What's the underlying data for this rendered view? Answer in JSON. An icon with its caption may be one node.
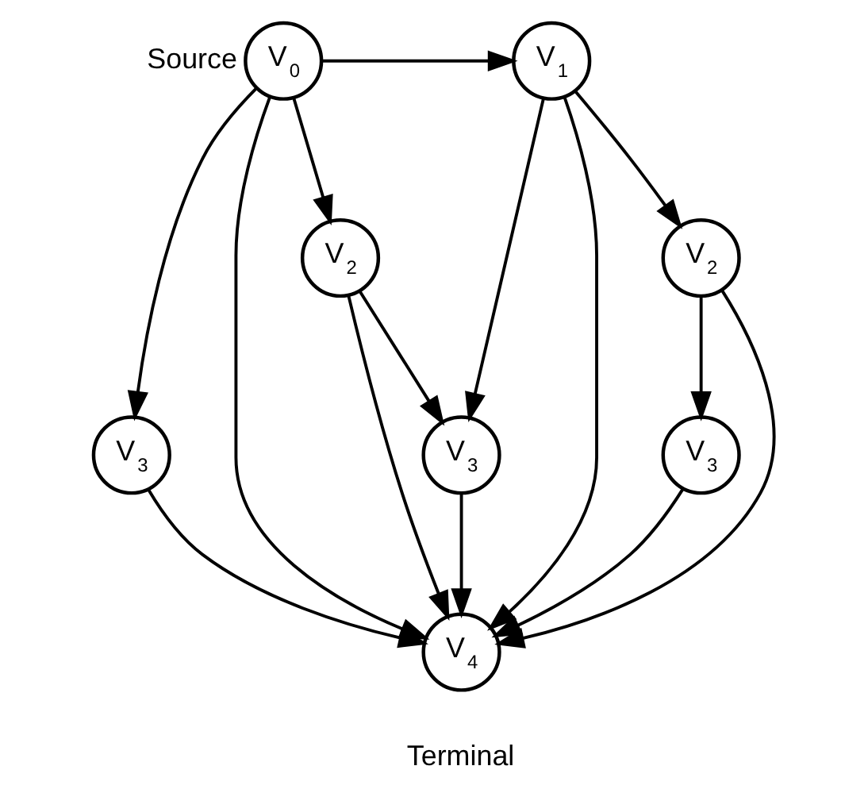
{
  "diagram": {
    "nodes": [
      {
        "text": [
          "V$_{0}$"
        ],
        "beside": [
          "Source"
        ]
      },
      {
        "text": [
          "V$_{1}$"
        ]
      },
      {
        "text": [
          "V$_{2}$"
        ]
      },
      {
        "text": [
          "V$_{3}$"
        ]
      },
      {
        "text": [
          "V$_{2}$"
        ]
      },
      {
        "text": [
          "V$_{3}$"
        ]
      },
      {
        "text": [
          "V$_{3}$"
        ]
      },
      {
        "text": [
          "V$_{4}$"
        ],
        "beside": [
          "Terminal"
        ]
      }
    ],
    "edges": [
      {
        "from": 0,
        "to": 1,
        "arrow": "to"
      },
      {
        "from": 0,
        "to": 2,
        "arrow": "to"
      },
      {
        "from": 0,
        "to": 3,
        "arrow": "to"
      },
      {
        "from": 0,
        "to": 7,
        "arrow": "to"
      },
      {
        "from": 1,
        "to": 4,
        "arrow": "to"
      },
      {
        "from": 1,
        "to": 5,
        "arrow": "to"
      },
      {
        "from": 1,
        "to": 7,
        "arrow": "to"
      },
      {
        "from": 2,
        "to": 5,
        "arrow": "to"
      },
      {
        "from": 2,
        "to": 7,
        "arrow": "to"
      },
      {
        "from": 3,
        "to": 7,
        "arrow": "to"
      },
      {
        "from": 4,
        "to": 6,
        "arrow": "to"
      },
      {
        "from": 4,
        "to": 7,
        "arrow": "to"
      },
      {
        "from": 5,
        "to": 7,
        "arrow": "to"
      },
      {
        "from": 6,
        "to": 7,
        "arrow": "to"
      }
    ]
  }
}
